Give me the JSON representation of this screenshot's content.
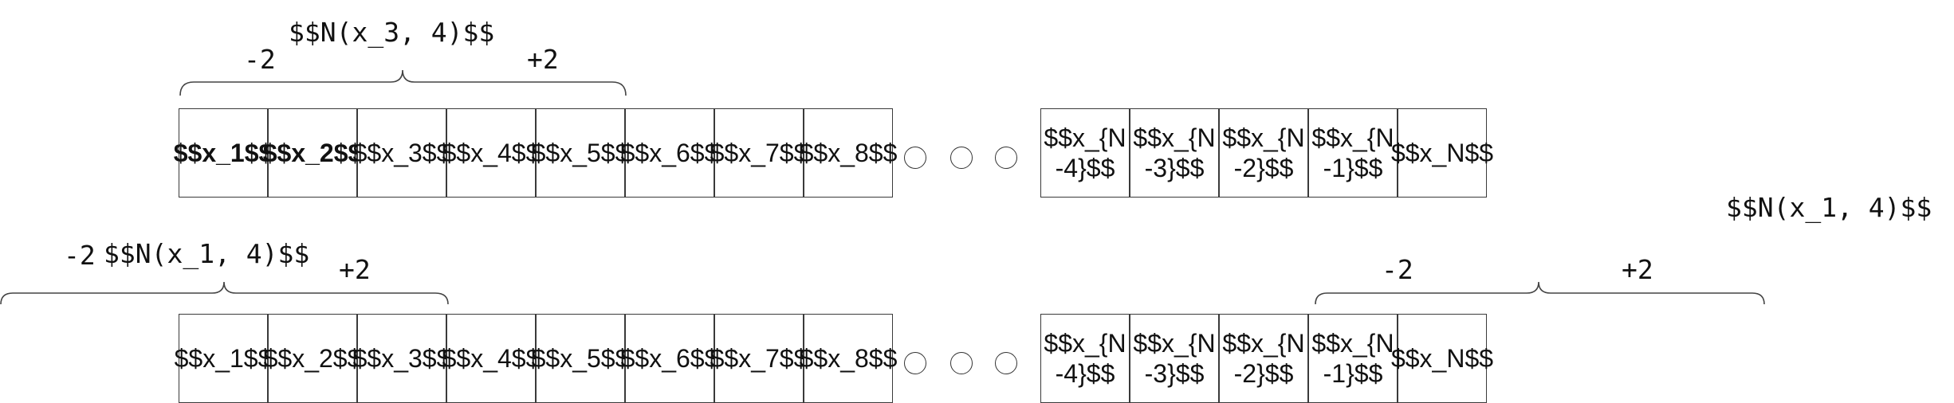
{
  "top_row": {
    "cells": [
      "$$x_1$$",
      "$$x_2$$",
      "$$x_3$$",
      "$$x_4$$",
      "$$x_5$$",
      "$$x_6$$",
      "$$x_7$$",
      "$$x_8$$"
    ],
    "tail_cells": [
      "$$x_{N-4}$$",
      "$$x_{N-3}$$",
      "$$x_{N-2}$$",
      "$$x_{N-1}$$",
      "$$x_N$$"
    ],
    "bold_cells": [
      0,
      1
    ]
  },
  "bottom_row": {
    "cells": [
      "$$x_1$$",
      "$$x_2$$",
      "$$x_3$$",
      "$$x_4$$",
      "$$x_5$$",
      "$$x_6$$",
      "$$x_7$$",
      "$$x_8$$"
    ],
    "tail_cells": [
      "$$x_{N-4}$$",
      "$$x_{N-3}$$",
      "$$x_{N-2}$$",
      "$$x_{N-1}$$",
      "$$x_N$$"
    ]
  },
  "top_brace": {
    "label": "$$N(x_3, 4)$$",
    "left": "-2",
    "right": "+2"
  },
  "bottom_left_brace": {
    "label": "$$N(x_1, 4)$$",
    "left": "-2",
    "right": "+2"
  },
  "bottom_right_brace": {
    "label": "$$N(x_1, 4)$$",
    "left": "-2",
    "right": "+2"
  },
  "ellipsis": "○ ○ ○"
}
